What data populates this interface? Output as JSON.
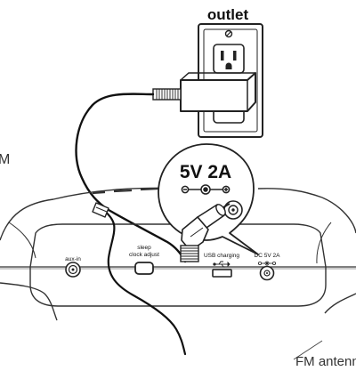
{
  "labels": {
    "outlet": "outlet",
    "fm_antenna": "FM antenna",
    "cut_off_left": "M"
  },
  "ports": {
    "aux_in": "aux-in",
    "sleep_line1": "sleep",
    "sleep_line2": "clock adjust",
    "usb_charging": "USB charging",
    "dc_in": "DC",
    "dc_rating": "5V  2A"
  },
  "callout": {
    "rating": "5V 2A"
  },
  "icons": {
    "outlet_screw": "screw-icon",
    "polarity": "polarity-symbol-icon",
    "usb": "usb-icon"
  }
}
